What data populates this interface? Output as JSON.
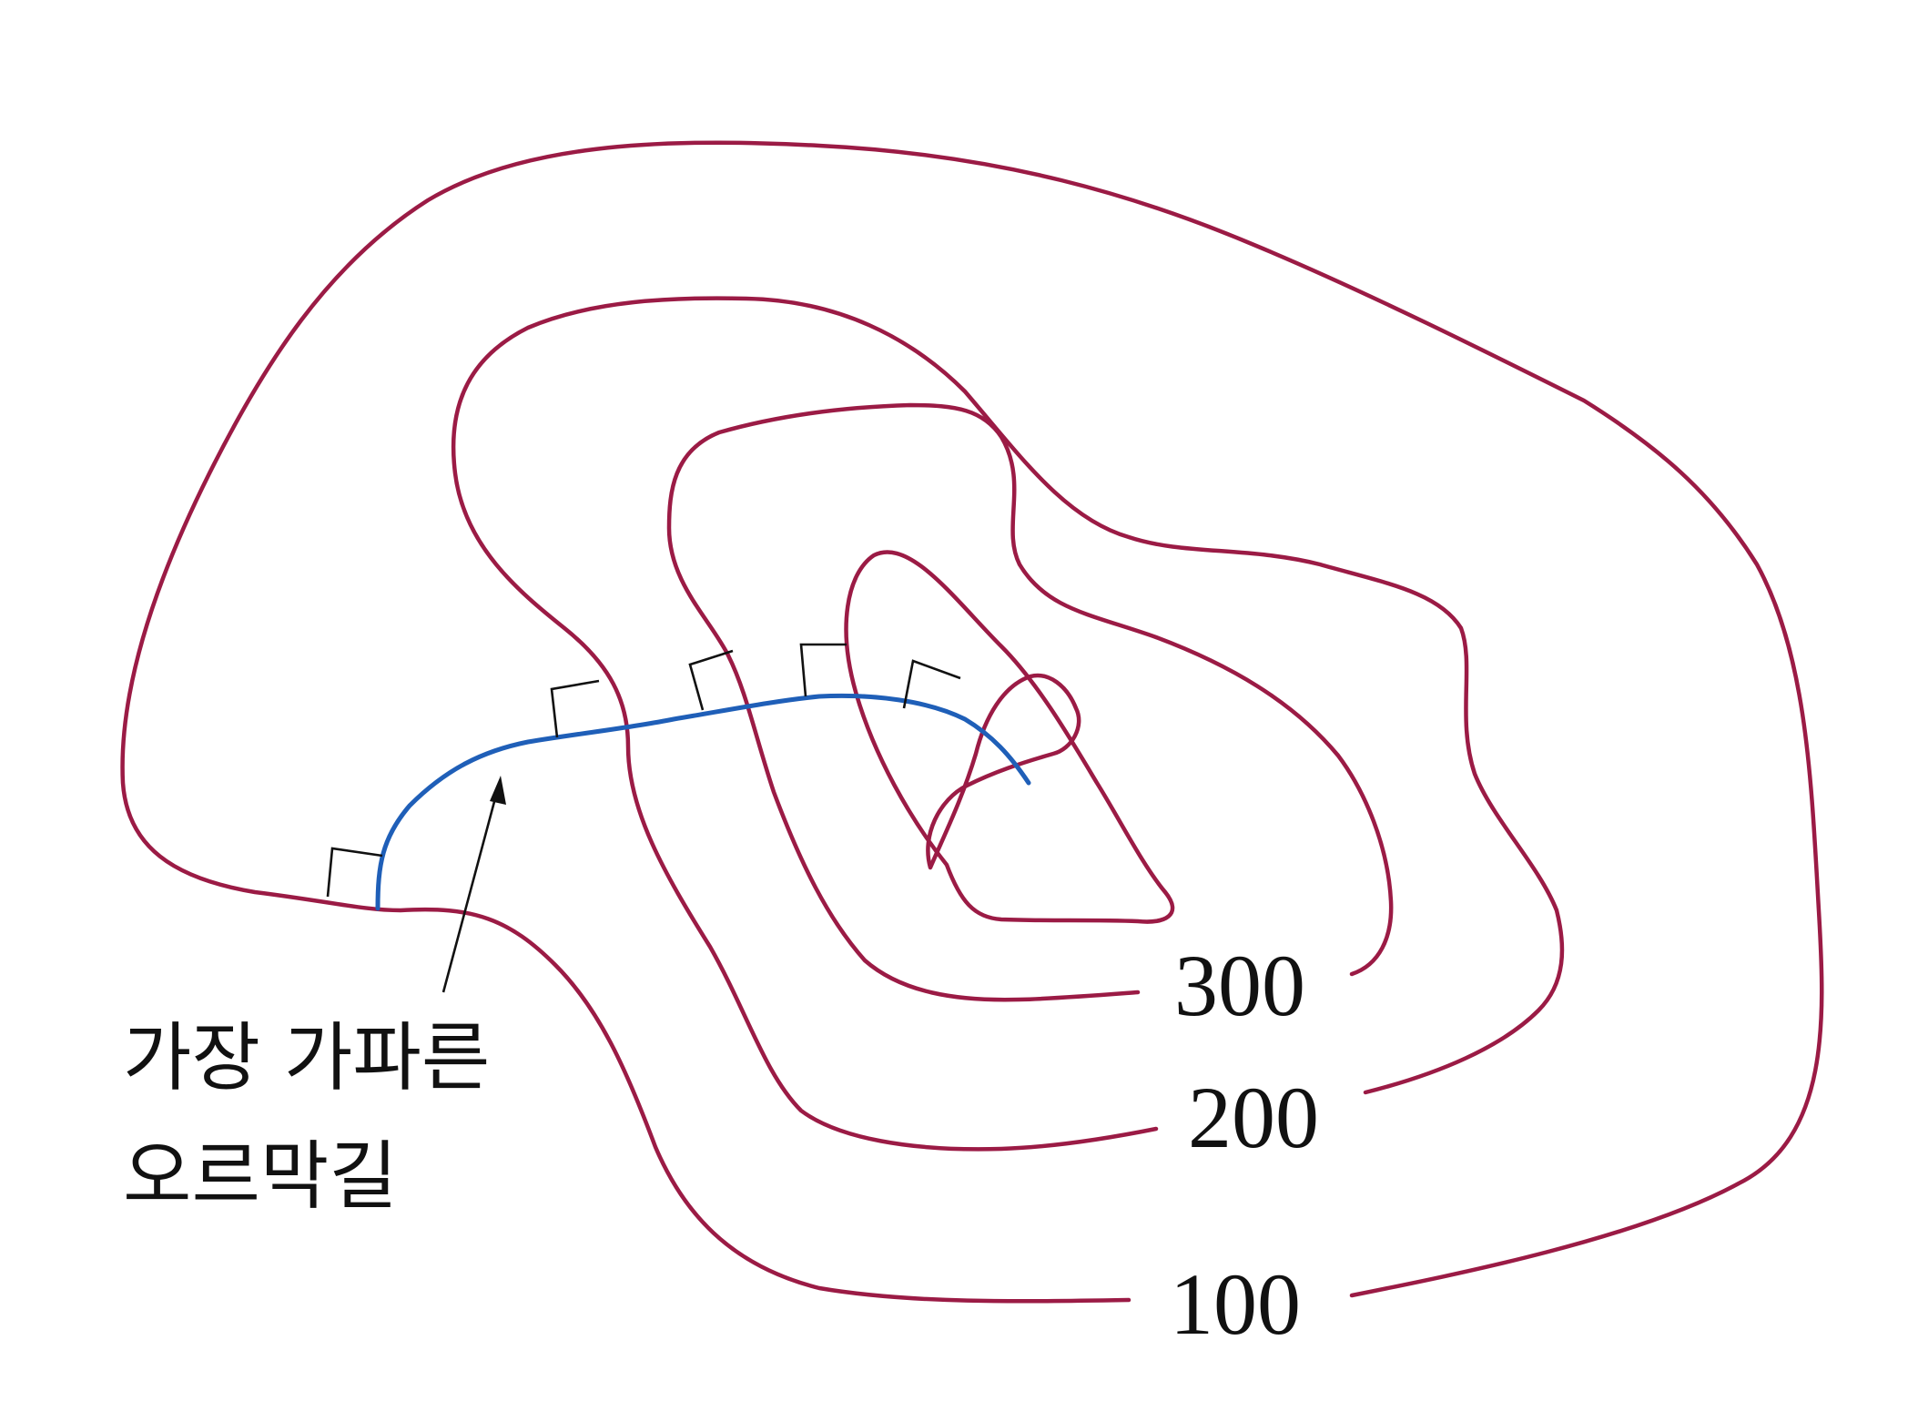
{
  "colors": {
    "contour": "#9B1B45",
    "steepest_path": "#1F5FB8",
    "ink": "#111111",
    "background": "#ffffff"
  },
  "contours": [
    {
      "elevation": "100"
    },
    {
      "elevation": "200"
    },
    {
      "elevation": "300"
    }
  ],
  "caption": {
    "line1": "가장 가파른",
    "line2": "오르막길"
  },
  "right_angle_markers": 5
}
